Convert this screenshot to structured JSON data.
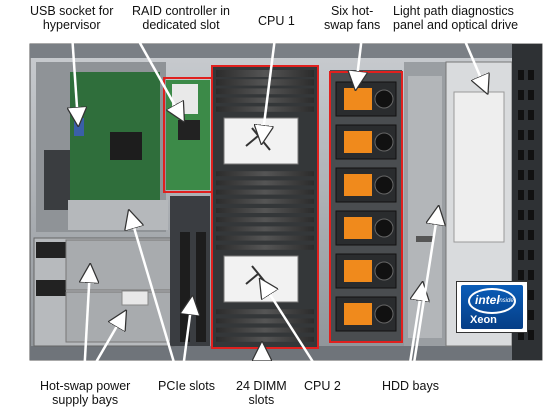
{
  "labels": {
    "usb": {
      "line1": "USB socket for",
      "line2": "hypervisor"
    },
    "raid": {
      "line1": "RAID controller in",
      "line2": "dedicated slot"
    },
    "cpu1": "CPU 1",
    "fans": {
      "line1": "Six hot-",
      "line2": "swap fans"
    },
    "lightpath": {
      "line1": "Light path diagnostics",
      "line2": "panel and optical drive"
    },
    "psu": {
      "line1": "Hot-swap power",
      "line2": "supply bays"
    },
    "pcie": "PCIe slots",
    "dimm": {
      "line1": "24 DIMM",
      "line2": "slots"
    },
    "cpu2": "CPU 2",
    "hdd": "HDD bays"
  },
  "badge": {
    "brand": "intel",
    "inside": "inside",
    "product": "Xeon"
  },
  "colors": {
    "highlight": "#e0201e",
    "arrow": "#ffffff",
    "chassis": "#9ea3a8"
  }
}
